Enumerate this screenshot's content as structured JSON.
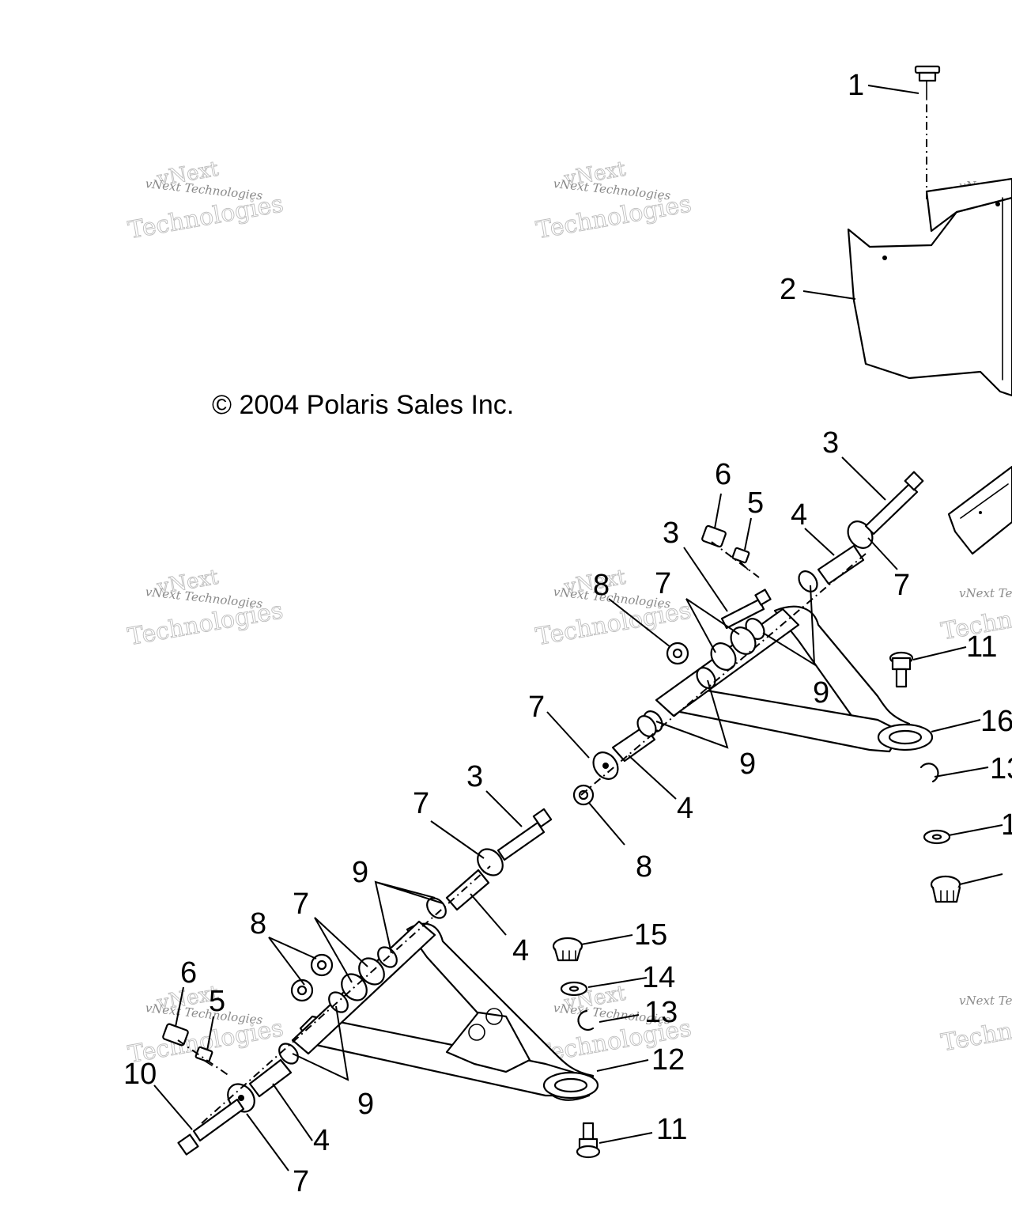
{
  "copyright": "© 2004 Polaris Sales Inc.",
  "watermark": {
    "line_small": "vNext Technologies",
    "line_top": "vNext",
    "line_bottom": "Technologies"
  },
  "callouts": [
    {
      "id": "c1",
      "text": "1"
    },
    {
      "id": "c2",
      "text": "2"
    },
    {
      "id": "c3a",
      "text": "3"
    },
    {
      "id": "c6a",
      "text": "6"
    },
    {
      "id": "c5a",
      "text": "5"
    },
    {
      "id": "c4a",
      "text": "4"
    },
    {
      "id": "c3b",
      "text": "3"
    },
    {
      "id": "c7a",
      "text": "7"
    },
    {
      "id": "c8a",
      "text": "8"
    },
    {
      "id": "c7b",
      "text": "7"
    },
    {
      "id": "c11a",
      "text": "11"
    },
    {
      "id": "c9a",
      "text": "9"
    },
    {
      "id": "c16",
      "text": "16"
    },
    {
      "id": "c7c",
      "text": "7"
    },
    {
      "id": "c9b",
      "text": "9"
    },
    {
      "id": "c13a",
      "text": "13"
    },
    {
      "id": "c4b",
      "text": "4"
    },
    {
      "id": "c1x",
      "text": "1"
    },
    {
      "id": "c3c",
      "text": "3"
    },
    {
      "id": "c7d",
      "text": "7"
    },
    {
      "id": "c8b",
      "text": "8"
    },
    {
      "id": "c9c",
      "text": "9"
    },
    {
      "id": "c4c",
      "text": "4"
    },
    {
      "id": "c8c",
      "text": "8"
    },
    {
      "id": "c7e",
      "text": "7"
    },
    {
      "id": "c15",
      "text": "15"
    },
    {
      "id": "c14",
      "text": "14"
    },
    {
      "id": "c6b",
      "text": "6"
    },
    {
      "id": "c5b",
      "text": "5"
    },
    {
      "id": "c13b",
      "text": "13"
    },
    {
      "id": "c12",
      "text": "12"
    },
    {
      "id": "c10",
      "text": "10"
    },
    {
      "id": "c9d",
      "text": "9"
    },
    {
      "id": "c4d",
      "text": "4"
    },
    {
      "id": "c11b",
      "text": "11"
    },
    {
      "id": "c7f",
      "text": "7"
    }
  ]
}
